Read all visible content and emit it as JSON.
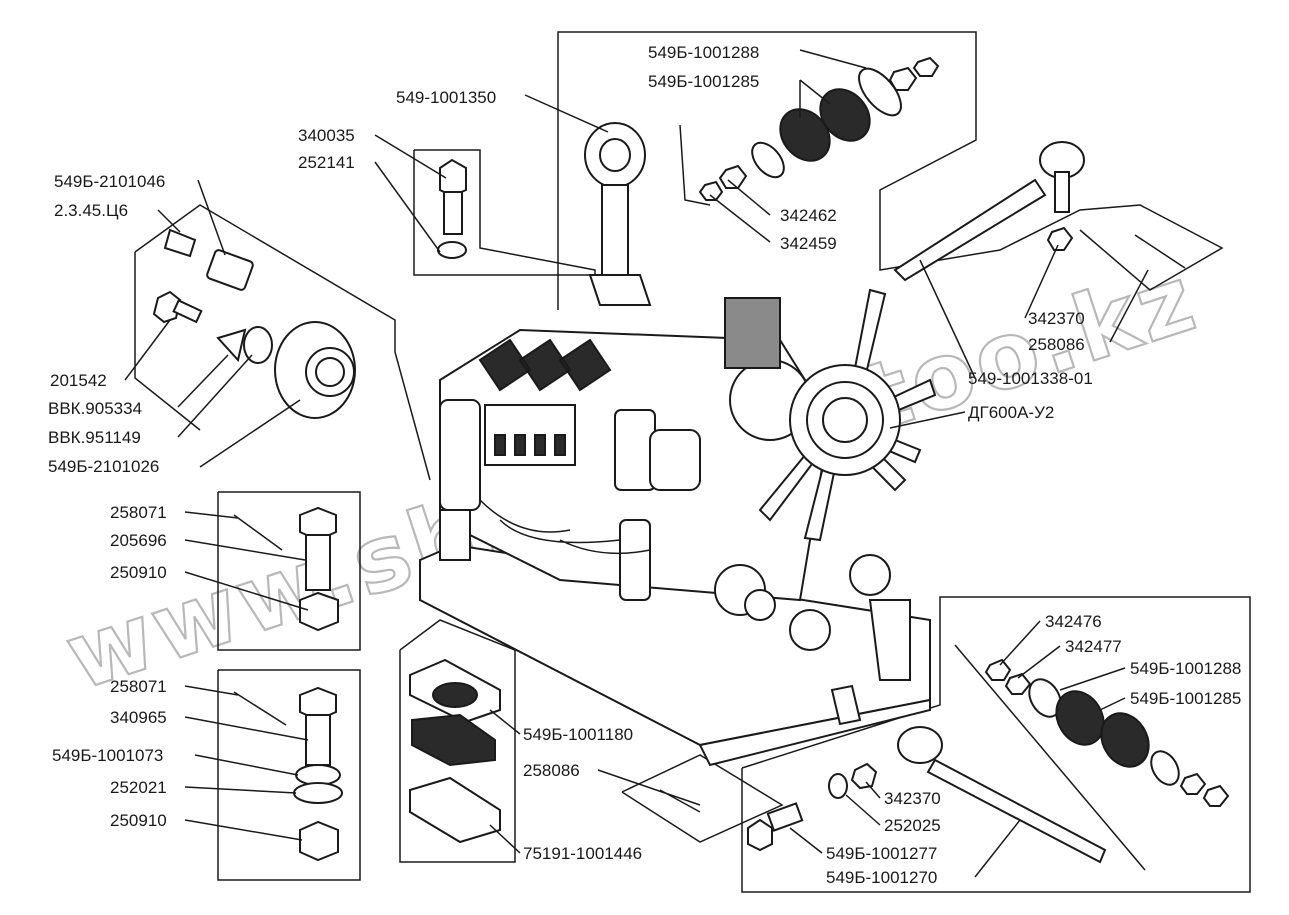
{
  "watermark": "www.shinomontoo.kz",
  "labels": {
    "l549b_1001288_top": "549Б-1001288",
    "l549b_1001285_top": "549Б-1001285",
    "l549_1001350": "549-1001350",
    "l340035": "340035",
    "l252141": "252141",
    "l549b_2101046": "549Б-2101046",
    "l2345c6": "2.3.45.Ц6",
    "l342462": "342462",
    "l342459": "342459",
    "l342370_top": "342370",
    "l258086_top": "258086",
    "l549_1001338_01": "549-1001338-01",
    "lDG600": "ДГ600А-У2",
    "l201542": "201542",
    "lVVK905334": "ВВК.905334",
    "lVVK951149": "ВВК.951149",
    "l549b_2101026": "549Б-2101026",
    "l258071_a": "258071",
    "l205696": "205696",
    "l250910_a": "250910",
    "l258071_b": "258071",
    "l340965": "340965",
    "l549b_1001073": "549Б-1001073",
    "l252021": "252021",
    "l250910_b": "250910",
    "l549b_1001180": "549Б-1001180",
    "l258086_bot": "258086",
    "l75191_1001446": "75191-1001446",
    "l342476": "342476",
    "l342477": "342477",
    "l549b_1001288_bot": "549Б-1001288",
    "l549b_1001285_bot": "549Б-1001285",
    "l342370_bot": "342370",
    "l252025": "252025",
    "l549b_1001277": "549Б-1001277",
    "l549b_1001270": "549Б-1001270"
  }
}
